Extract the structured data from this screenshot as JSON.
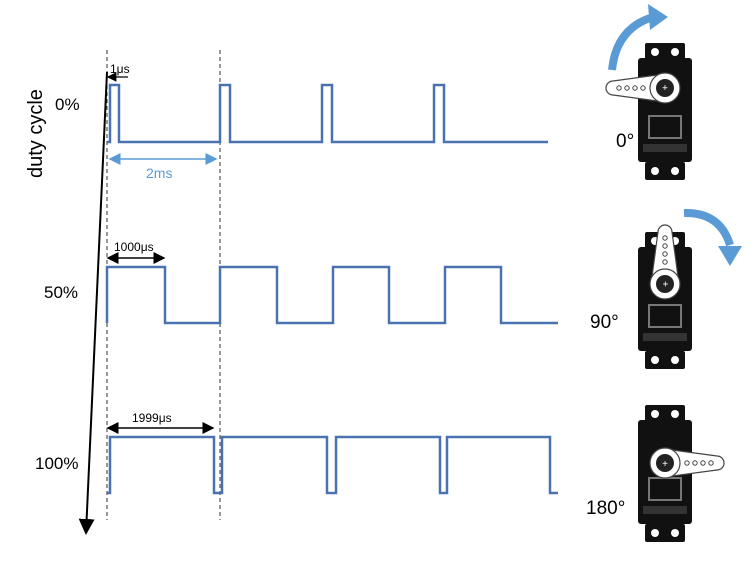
{
  "axis": {
    "label": "duty cycle"
  },
  "rows": [
    {
      "duty_label": "0%",
      "angle_label": "0°",
      "pulse_label": "1μs"
    },
    {
      "duty_label": "50%",
      "angle_label": "90°",
      "pulse_label": "1000μs"
    },
    {
      "duty_label": "100%",
      "angle_label": "180°",
      "pulse_label": "1999μs"
    }
  ],
  "period": {
    "label": "2ms"
  },
  "colors": {
    "signal": "#4a72b0",
    "period_arrow": "#5b9bd5",
    "rotation_arrow": "#5b9bd5"
  },
  "icons": [
    "servo-icon",
    "rotation-arrow-icon"
  ]
}
